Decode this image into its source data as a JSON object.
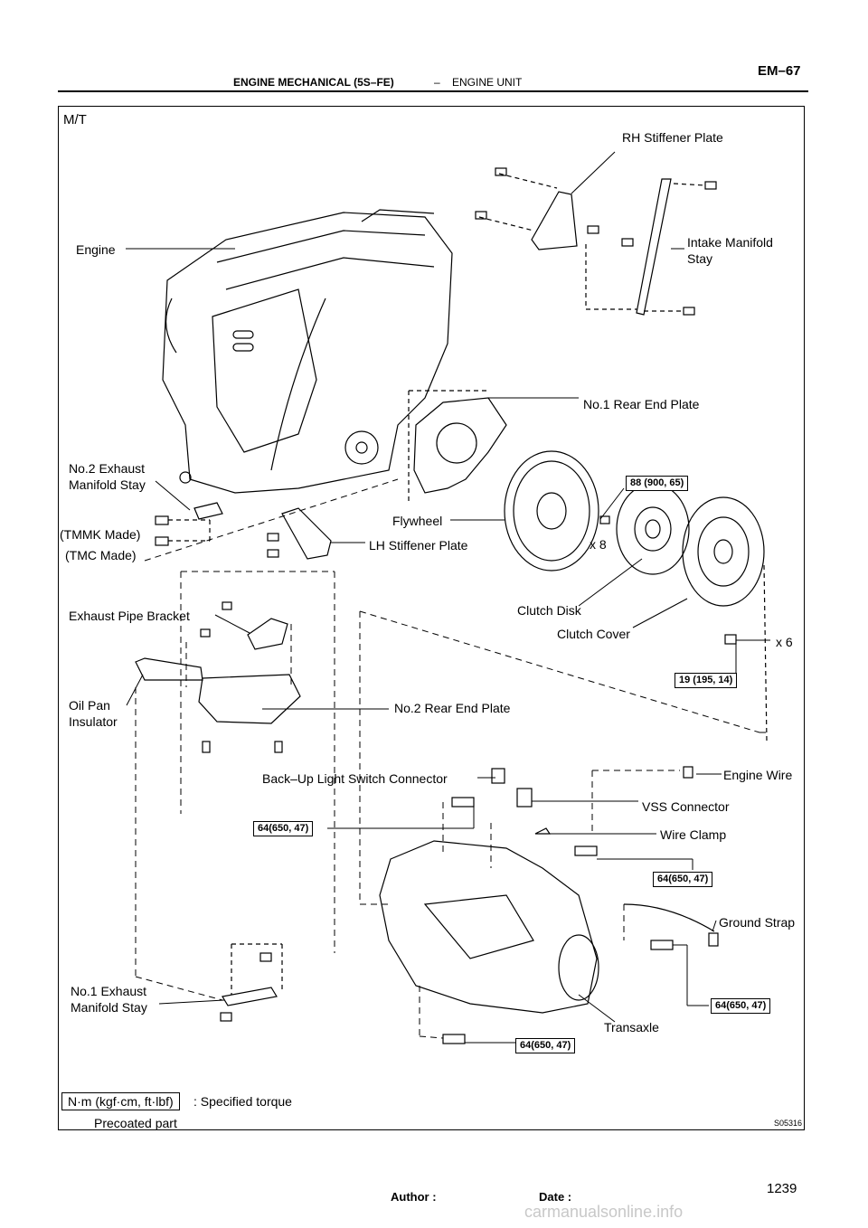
{
  "header": {
    "section": "ENGINE MECHANICAL (5S–FE)",
    "dash": "–",
    "unit": "ENGINE UNIT",
    "page_code": "EM–67"
  },
  "figure": {
    "variant": "M/T",
    "figure_id": "S05316",
    "labels": {
      "rh_stiffener": "RH Stiffener Plate",
      "intake_stay_1": "Intake Manifold",
      "intake_stay_2": "Stay",
      "engine": "Engine",
      "no1_rear_end_plate": "No.1 Rear End Plate",
      "no2_exh_stay_1": "No.2  Exhaust",
      "no2_exh_stay_2": "Manifold Stay",
      "tmmk": "(TMMK Made)",
      "tmc": "(TMC Made)",
      "flywheel": "Flywheel",
      "lh_stiffener": "LH Stiffener Plate",
      "x8": "x 8",
      "clutch_disk": "Clutch Disk",
      "exhaust_pipe_bracket": "Exhaust Pipe Bracket",
      "clutch_cover": "Clutch Cover",
      "x6": "x 6",
      "oil_pan_1": "Oil Pan",
      "oil_pan_2": "Insulator",
      "no2_rear_end_plate": "No.2 Rear End Plate",
      "engine_wire": "Engine Wire",
      "backup_connector": "Back–Up Light Switch Connector",
      "vss_connector": "VSS Connector",
      "wire_clamp": "Wire Clamp",
      "ground_strap": "Ground Strap",
      "no1_exh_stay_1": "No.1  Exhaust",
      "no1_exh_stay_2": "Manifold Stay",
      "transaxle": "Transaxle"
    },
    "torques": {
      "t88": "88 (900, 65)",
      "t19": "19 (195, 14)",
      "t64a": "64(650, 47)",
      "t64b": "64(650, 47)",
      "t64c": "64(650, 47)",
      "t64d": "64(650, 47)"
    },
    "legend": {
      "units": "N·m (kgf·cm, ft·lbf)",
      "specified": ": Specified torque",
      "precoated": "Precoated part"
    }
  },
  "footer": {
    "author": "Author :",
    "date": "Date :",
    "page_number": "1239"
  },
  "watermark": "carmanualsonline.info",
  "colors": {
    "ink": "#000000",
    "watermark": "#c8c8c8"
  }
}
